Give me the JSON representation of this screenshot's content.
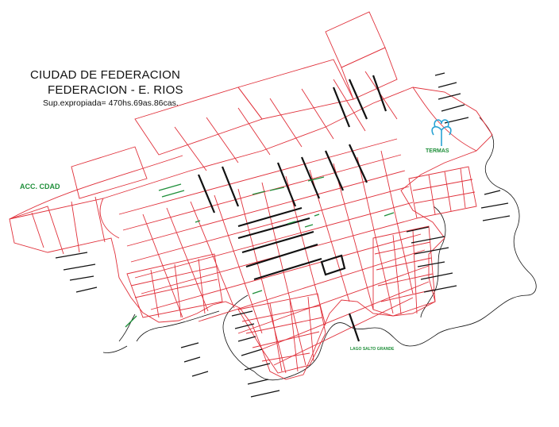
{
  "title": {
    "line1": "CIUDAD DE FEDERACION",
    "line2": "FEDERACION - E. RIOS",
    "area": "Sup.expropiada=  470hs.69as.86cas."
  },
  "labels": {
    "access": "ACC. CDAD",
    "termas": "TERMAS",
    "lake": "LAGO SALTO GRANDE"
  },
  "colors": {
    "streets": "#e0303a",
    "text": "#111111",
    "green_labels": "#1f8f3a",
    "termas_icon": "#2aa3d4"
  }
}
